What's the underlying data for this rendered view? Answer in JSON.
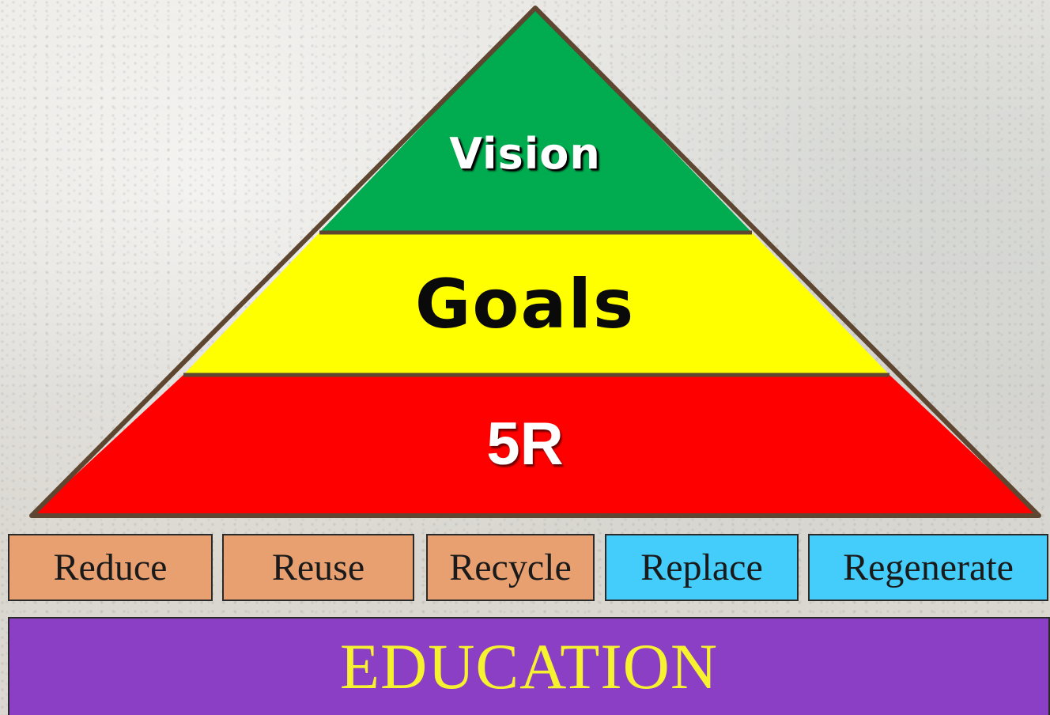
{
  "pyramid": {
    "top": {
      "label": "Vision",
      "color": "#00ac4f"
    },
    "middle": {
      "label": "Goals",
      "color": "#ffff00"
    },
    "bottom": {
      "label": "5R",
      "color": "#ff0000"
    },
    "outline_color": "#5e4630"
  },
  "r_boxes": [
    {
      "label": "Reduce",
      "color": "#e8a070"
    },
    {
      "label": "Reuse",
      "color": "#e8a070"
    },
    {
      "label": "Recycle",
      "color": "#e8a070"
    },
    {
      "label": "Replace",
      "color": "#44ccfa"
    },
    {
      "label": "Regenerate",
      "color": "#44ccfa"
    }
  ],
  "foundation": {
    "label": "EDUCATION",
    "color": "#8a3fc4",
    "text_color": "#f6f230"
  }
}
